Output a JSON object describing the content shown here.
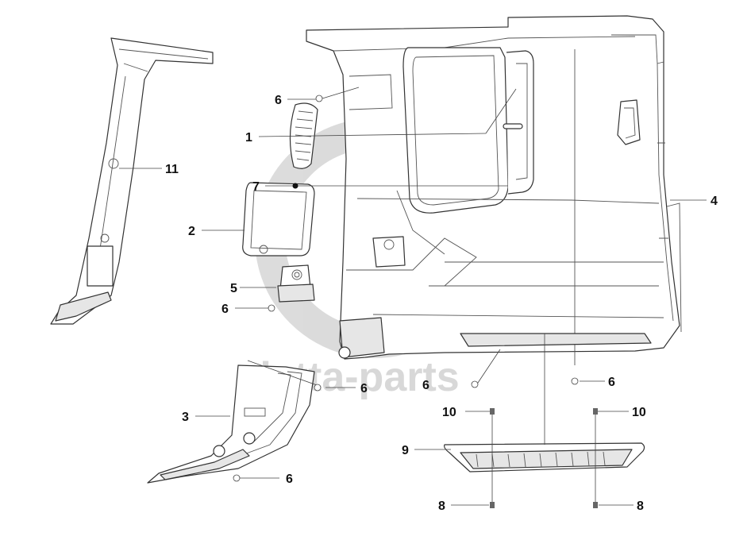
{
  "watermark": {
    "text": "detta-parts",
    "color": "#b9b9b9"
  },
  "callouts": [
    {
      "id": "c1",
      "label": "1"
    },
    {
      "id": "c2",
      "label": "2"
    },
    {
      "id": "c3",
      "label": "3"
    },
    {
      "id": "c4",
      "label": "4"
    },
    {
      "id": "c5",
      "label": "5"
    },
    {
      "id": "c6a",
      "label": "6"
    },
    {
      "id": "c6b",
      "label": "6"
    },
    {
      "id": "c6c",
      "label": "6"
    },
    {
      "id": "c6d",
      "label": "6"
    },
    {
      "id": "c6e",
      "label": "6"
    },
    {
      "id": "c6f",
      "label": "6"
    },
    {
      "id": "c7",
      "label": "7"
    },
    {
      "id": "c8a",
      "label": "8"
    },
    {
      "id": "c8b",
      "label": "8"
    },
    {
      "id": "c9",
      "label": "9"
    },
    {
      "id": "c10a",
      "label": "10"
    },
    {
      "id": "c10b",
      "label": "10"
    },
    {
      "id": "c11",
      "label": "11"
    }
  ]
}
